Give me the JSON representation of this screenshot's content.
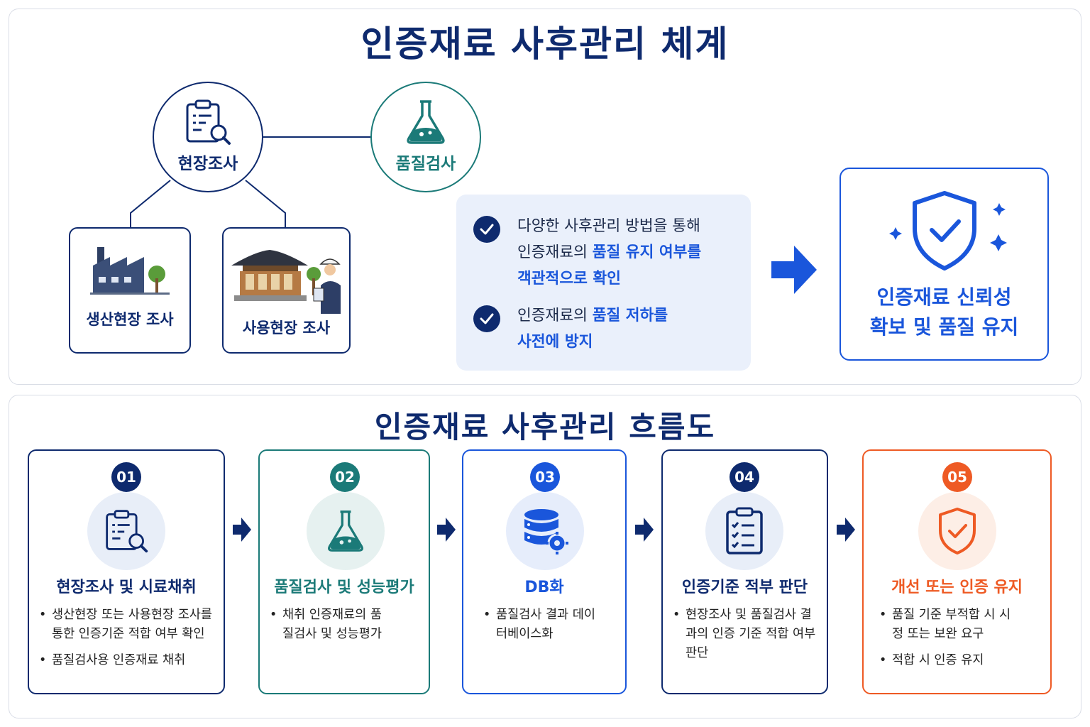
{
  "top": {
    "title": "인증재료 사후관리 체계",
    "site_survey": "현장조사",
    "quality_test": "품질검사",
    "production_site": "생산현장 조사",
    "usage_site": "사용현장 조사",
    "info": {
      "item1": {
        "line1": "다양한 사후관리 방법을 통해",
        "line2a": "인증재료의 ",
        "line2b": "품질 유지 여부를",
        "line3": "객관적으로 확인"
      },
      "item2": {
        "line1a": "인증재료의 ",
        "line1b": "품질 저하를",
        "line2": "사전에 방지"
      }
    },
    "result": {
      "line1": "인증재료 신뢰성",
      "line2": "확보 및 품질 유지"
    }
  },
  "bottom": {
    "title": "인증재료 사후관리 흐름도",
    "steps": [
      {
        "num": "01",
        "title": "현장조사 및 시료채취",
        "bullets": [
          "생산현장 또는 사용현장 조사를 통한 인증기준 적합 여부 확인",
          "품질검사용 인증재료 채취"
        ]
      },
      {
        "num": "02",
        "title": "품질검사 및 성능평가",
        "bullets": [
          "채취 인증재료의 품질검사 및 성능평가"
        ]
      },
      {
        "num": "03",
        "title": "DB화",
        "bullets": [
          "품질검사 결과 데이터베이스화"
        ]
      },
      {
        "num": "04",
        "title": "인증기준 적부 판단",
        "bullets": [
          "현장조사 및 품질검사 결과의 인증 기준 적합 여부 판단"
        ]
      },
      {
        "num": "05",
        "title": "개선 또는 인증 유지",
        "bullets": [
          "품질 기준 부적합 시 시정 또는 보완 요구",
          "적합 시 인증 유지"
        ]
      }
    ]
  },
  "colors": {
    "navy": "#0e2a6e",
    "teal": "#1b7a78",
    "blue": "#1a56db",
    "orange": "#ee5a24"
  }
}
